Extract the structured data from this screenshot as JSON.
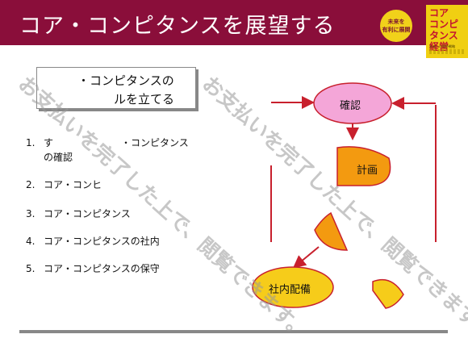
{
  "header": {
    "title": "コア・コンピタンスを展望する",
    "badge_line1": "未来を",
    "badge_line2": "有利に展開",
    "book_title_lines": [
      "コア",
      "コンピ",
      "タンス",
      "経営"
    ],
    "book_subtitle": "未来への競争戦略"
  },
  "subtitle": {
    "line1": "・コンピタンスの",
    "line2": "ルを立てる"
  },
  "steps": [
    {
      "num": "1.",
      "text": "す　　　　　　　・コンピタンス",
      "text2": "の確認"
    },
    {
      "num": "2.",
      "text": "コア・コンヒ"
    },
    {
      "num": "3.",
      "text": "コア・コンピタンス"
    },
    {
      "num": "4.",
      "text": "コア・コンピタンスの社内"
    },
    {
      "num": "5.",
      "text": "コア・コンピタンスの保守"
    }
  ],
  "flow": {
    "confirm": "確認",
    "plan": "計画",
    "deploy": "社内配備"
  },
  "watermark": "お支払いを完了した上で、閲覧できます。",
  "colors": {
    "header_bg": "#8a0e3a",
    "arrow": "#c8202d",
    "confirm_fill": "#f4a6d8",
    "plan_fill": "#f39a10",
    "deploy_fill": "#f6cc1a",
    "badge": "#f1d11a"
  }
}
